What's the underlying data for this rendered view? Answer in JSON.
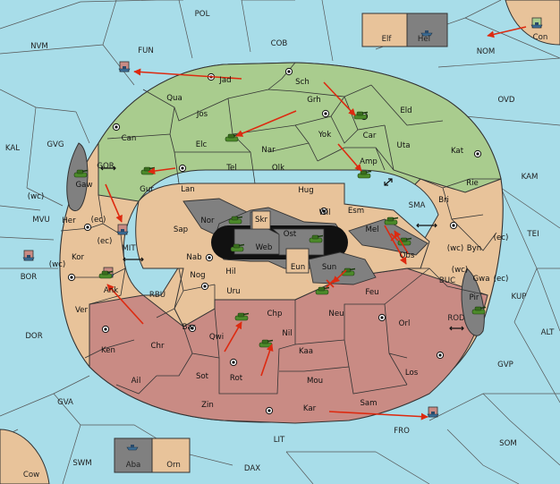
{
  "board": {
    "title": "",
    "colors": {
      "sea": "#a8dde9",
      "green": "#a9cc8e",
      "tan": "#e8c39a",
      "red": "#c98b84",
      "gray": "#808080",
      "line": "#333333",
      "order": "#dd2a10",
      "unit": "#4c8a2a"
    }
  },
  "sea_regions": [
    {
      "name": "POL"
    },
    {
      "name": "NVM"
    },
    {
      "name": "FUN"
    },
    {
      "name": "COB"
    },
    {
      "name": "NOM"
    },
    {
      "name": "OVD"
    },
    {
      "name": "KAL"
    },
    {
      "name": "GVG"
    },
    {
      "name": "GOR"
    },
    {
      "name": "KAM"
    },
    {
      "name": "SMA"
    },
    {
      "name": "TEI"
    },
    {
      "name": "MVU"
    },
    {
      "name": "MIT"
    },
    {
      "name": "BOR"
    },
    {
      "name": "RBU"
    },
    {
      "name": "BUC"
    },
    {
      "name": "KUP"
    },
    {
      "name": "DOR"
    },
    {
      "name": "ROD"
    },
    {
      "name": "ALT"
    },
    {
      "name": "GVP"
    },
    {
      "name": "GVA"
    },
    {
      "name": "FRO"
    },
    {
      "name": "SOM"
    },
    {
      "name": "LIT"
    },
    {
      "name": "SWM"
    },
    {
      "name": "DAX"
    },
    {
      "name": "Cow"
    },
    {
      "name": "Con"
    },
    {
      "name": "Elf"
    },
    {
      "name": "Hel"
    },
    {
      "name": "Aba"
    },
    {
      "name": "Orn"
    }
  ],
  "green_provinces": [
    {
      "name": "Jad"
    },
    {
      "name": "Sch"
    },
    {
      "name": "Qua"
    },
    {
      "name": "Jos"
    },
    {
      "name": "Grh"
    },
    {
      "name": "Car"
    },
    {
      "name": "Eld"
    },
    {
      "name": "Can"
    },
    {
      "name": "Elc"
    },
    {
      "name": "Nar"
    },
    {
      "name": "Yok"
    },
    {
      "name": "Uta"
    },
    {
      "name": "Kat"
    },
    {
      "name": "Tel"
    },
    {
      "name": "Olk"
    },
    {
      "name": "Amp"
    },
    {
      "name": "Gur"
    },
    {
      "name": "Lan"
    },
    {
      "name": "Hug"
    }
  ],
  "tan_provinces": [
    {
      "name": "Rie"
    },
    {
      "name": "Bri"
    },
    {
      "name": "Wil"
    },
    {
      "name": "Esm"
    },
    {
      "name": "Her"
    },
    {
      "name": "Sap"
    },
    {
      "name": "Kor"
    },
    {
      "name": "Byn"
    },
    {
      "name": "Nab"
    },
    {
      "name": "Hil"
    },
    {
      "name": "Gwa"
    },
    {
      "name": "Nog"
    },
    {
      "name": "Uru"
    },
    {
      "name": "Ver"
    },
    {
      "name": "Bar"
    },
    {
      "name": "Sot"
    },
    {
      "name": "Sam"
    }
  ],
  "red_provinces": [
    {
      "name": "Obs"
    },
    {
      "name": "Feu"
    },
    {
      "name": "Ank"
    },
    {
      "name": "Chp"
    },
    {
      "name": "Neu"
    },
    {
      "name": "Qwi"
    },
    {
      "name": "Orl"
    },
    {
      "name": "Nil"
    },
    {
      "name": "Ken"
    },
    {
      "name": "Chr"
    },
    {
      "name": "Kaa"
    },
    {
      "name": "Ail"
    },
    {
      "name": "Rot"
    },
    {
      "name": "Mou"
    },
    {
      "name": "Los"
    },
    {
      "name": "Zin"
    },
    {
      "name": "Kar"
    }
  ],
  "gray_provinces": [
    {
      "name": "Gaw"
    },
    {
      "name": "Nor"
    },
    {
      "name": "Skr"
    },
    {
      "name": "Ost"
    },
    {
      "name": "Web"
    },
    {
      "name": "Eun"
    },
    {
      "name": "Sun"
    },
    {
      "name": "Mel"
    },
    {
      "name": "Pir"
    }
  ],
  "coast_tags": {
    "wc": "(wc)",
    "ec": "(ec)"
  }
}
